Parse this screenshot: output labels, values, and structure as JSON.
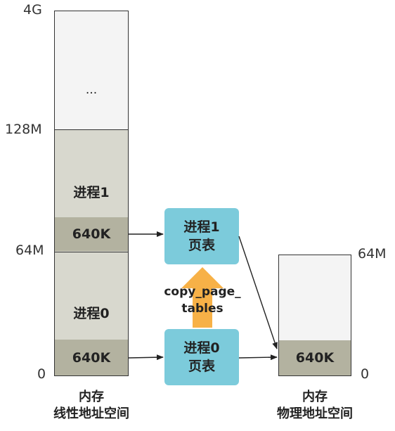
{
  "linear": {
    "ticks": {
      "t4g": "4G",
      "t128m": "128M",
      "t64m": "64M",
      "t0": "0"
    },
    "ellipsis": "...",
    "proc1": "进程1",
    "proc0": "进程0",
    "mem_640k_top": "640K",
    "mem_640k_bottom": "640K",
    "caption_line1": "内存",
    "caption_line2": "线性地址空间"
  },
  "page_tables": {
    "pt1_line1": "进程1",
    "pt1_line2": "页表",
    "pt0_line1": "进程0",
    "pt0_line2": "页表",
    "copy_label_line1": "copy_page_",
    "copy_label_line2": "tables"
  },
  "physical": {
    "ticks": {
      "t64m": "64M",
      "t0": "0"
    },
    "mem_640k": "640K",
    "caption_line1": "内存",
    "caption_line2": "物理地址空间"
  },
  "colors": {
    "upper_region": "#f4f4f4",
    "process_region": "#d8d8ce",
    "block_640k": "#b3b2a0",
    "page_table": "#7ccbdb",
    "copy_arrow": "#f7b147"
  }
}
